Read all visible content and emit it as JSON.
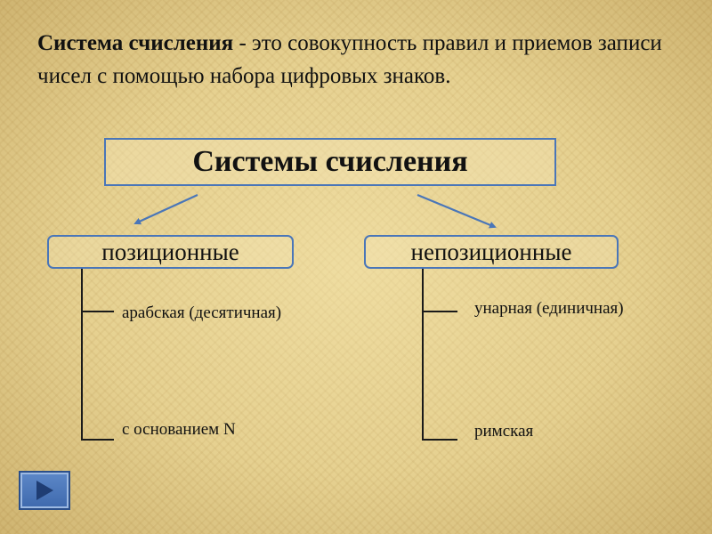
{
  "definition": {
    "term": "Система счисления",
    "text": " - это совокупность правил и приемов записи чисел с помощью набора цифровых знаков."
  },
  "diagram": {
    "root_label": "Системы счисления",
    "categories": [
      {
        "label": "позиционные",
        "items": [
          "арабская (десятичная)",
          "с основанием N"
        ]
      },
      {
        "label": "непозиционные",
        "items": [
          "унарная (единичная)",
          "римская"
        ]
      }
    ]
  },
  "colors": {
    "box_border": "#4a76b8",
    "arrow": "#4a76b8",
    "nav_button": "#4a76b8"
  },
  "nav": {
    "icon": "play-triangle-icon"
  }
}
